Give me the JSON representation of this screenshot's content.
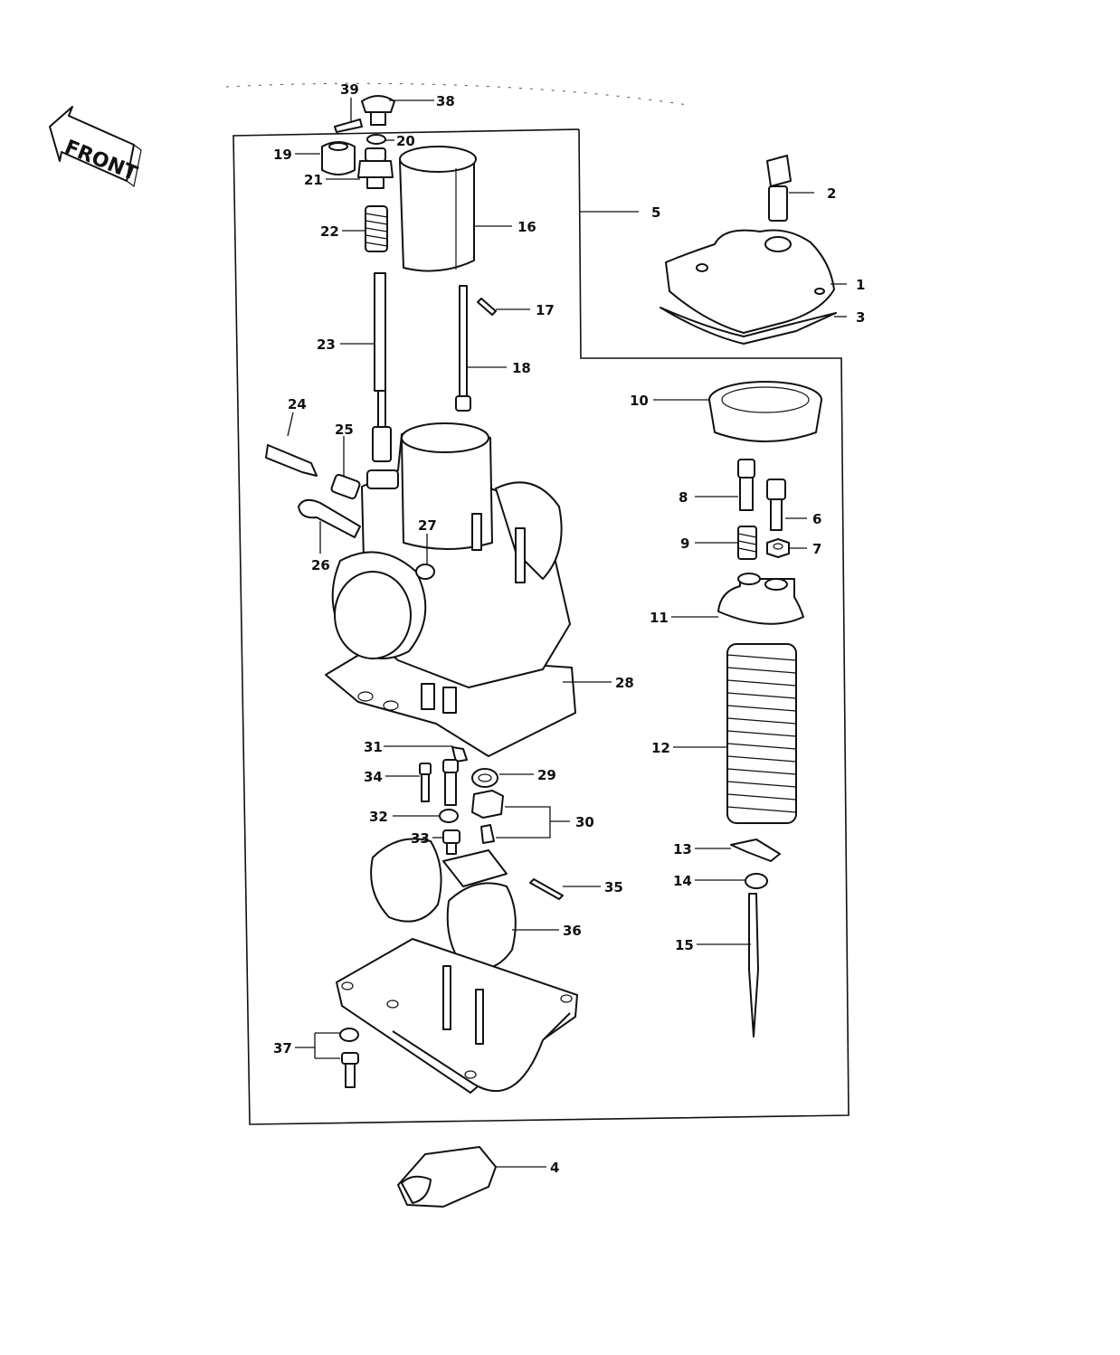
{
  "front_label": "FRONT",
  "callouts": [
    {
      "id": "1",
      "text": "1"
    },
    {
      "id": "2",
      "text": "2"
    },
    {
      "id": "3",
      "text": "3"
    },
    {
      "id": "4",
      "text": "4"
    },
    {
      "id": "5",
      "text": "5"
    },
    {
      "id": "6",
      "text": "6"
    },
    {
      "id": "7",
      "text": "7"
    },
    {
      "id": "8",
      "text": "8"
    },
    {
      "id": "9",
      "text": "9"
    },
    {
      "id": "10",
      "text": "10"
    },
    {
      "id": "11",
      "text": "11"
    },
    {
      "id": "12",
      "text": "12"
    },
    {
      "id": "13",
      "text": "13"
    },
    {
      "id": "14",
      "text": "14"
    },
    {
      "id": "15",
      "text": "15"
    },
    {
      "id": "16",
      "text": "16"
    },
    {
      "id": "17",
      "text": "17"
    },
    {
      "id": "18",
      "text": "18"
    },
    {
      "id": "19",
      "text": "19"
    },
    {
      "id": "20",
      "text": "20"
    },
    {
      "id": "21",
      "text": "21"
    },
    {
      "id": "22",
      "text": "22"
    },
    {
      "id": "23",
      "text": "23"
    },
    {
      "id": "24",
      "text": "24"
    },
    {
      "id": "25",
      "text": "25"
    },
    {
      "id": "26",
      "text": "26"
    },
    {
      "id": "27",
      "text": "27"
    },
    {
      "id": "28",
      "text": "28"
    },
    {
      "id": "29",
      "text": "29"
    },
    {
      "id": "30",
      "text": "30"
    },
    {
      "id": "31",
      "text": "31"
    },
    {
      "id": "32",
      "text": "32"
    },
    {
      "id": "33",
      "text": "33"
    },
    {
      "id": "34",
      "text": "34"
    },
    {
      "id": "35",
      "text": "35"
    },
    {
      "id": "36",
      "text": "36"
    },
    {
      "id": "37",
      "text": "37"
    },
    {
      "id": "38",
      "text": "38"
    },
    {
      "id": "39",
      "text": "39"
    }
  ]
}
